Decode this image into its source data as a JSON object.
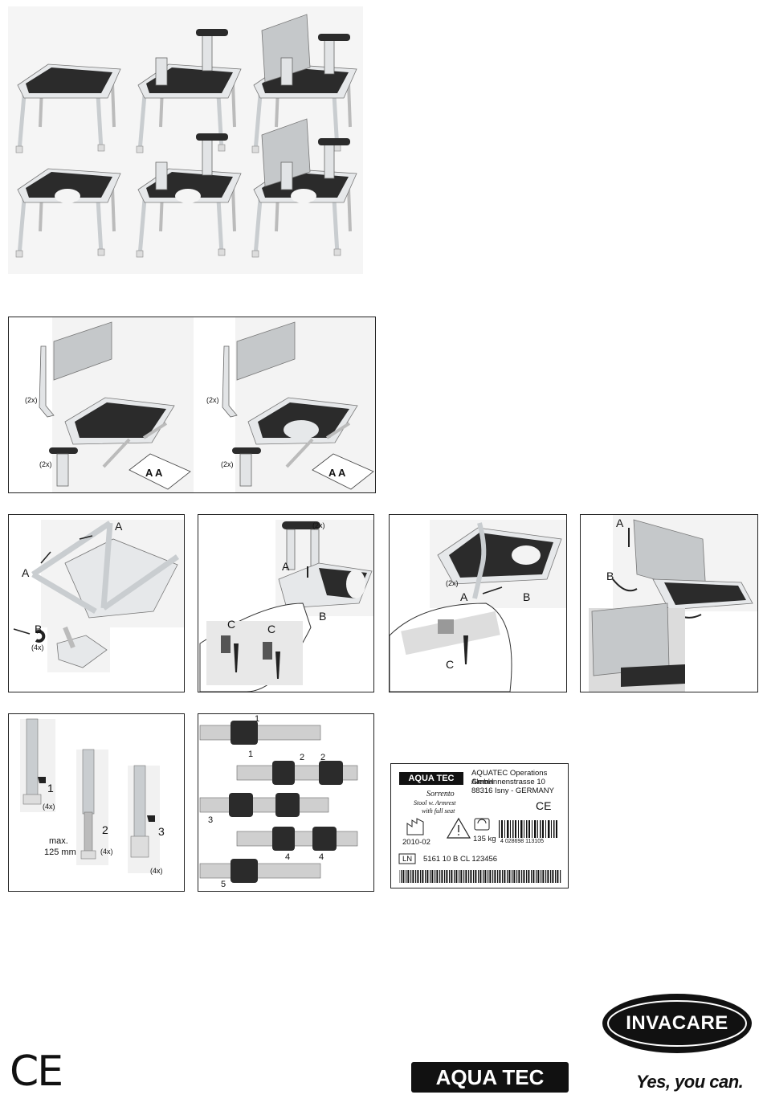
{
  "overview_panel": {
    "variants": 6
  },
  "parts_panel": {
    "qty_backrest_left": "(2x)",
    "qty_armrest_left": "(2x)",
    "qty_backrest_right": "(2x)",
    "qty_armrest_right": "(2x)"
  },
  "step1": {
    "label_a1": "A",
    "label_a2": "A",
    "label_b": "B",
    "qty_b": "(4x)"
  },
  "step2": {
    "label_a": "A",
    "label_b": "B",
    "label_c1": "C",
    "label_c2": "C",
    "qty": "(2x)"
  },
  "step3": {
    "label_a": "A",
    "label_b": "B",
    "label_c": "C",
    "qty": "(2x)"
  },
  "step4": {
    "label_a": "A",
    "label_b": "B"
  },
  "leg_panel": {
    "n1": "1",
    "q1": "(4x)",
    "n2": "2",
    "q2": "(4x)",
    "max_label": "max.",
    "max_value": "125 mm",
    "n3": "3",
    "q3": "(4x)"
  },
  "strap_panel": {
    "s1a": "1",
    "s1b": "1",
    "s2a": "2",
    "s2b": "2",
    "s3": "3",
    "s4a": "4",
    "s4b": "4",
    "s5": "5"
  },
  "product_label": {
    "brand": "AQUA TEC",
    "company": "AQUATEC Operations GmbH",
    "street": "Alemannenstrasse 10",
    "city": "88316 Isny - GERMANY",
    "model": "Sorrento",
    "desc1": "Stool w. Armrest",
    "desc2": "with full seat",
    "date": "2010-02",
    "weight": "135 kg",
    "barcode_text": "4 028698 113105",
    "ln_label": "LN",
    "ln_value": "5161 10 B CL 123456",
    "ce": "CE"
  },
  "footer": {
    "ce_mark": "CE",
    "aquatec_logo": "AQUA TEC",
    "invacare_logo": "INVACARE",
    "tagline": "Yes, you can."
  },
  "colors": {
    "seat": "#2b2b2b",
    "frame": "#cfd3d6",
    "back": "#bfc2c4",
    "line": "#222222"
  }
}
